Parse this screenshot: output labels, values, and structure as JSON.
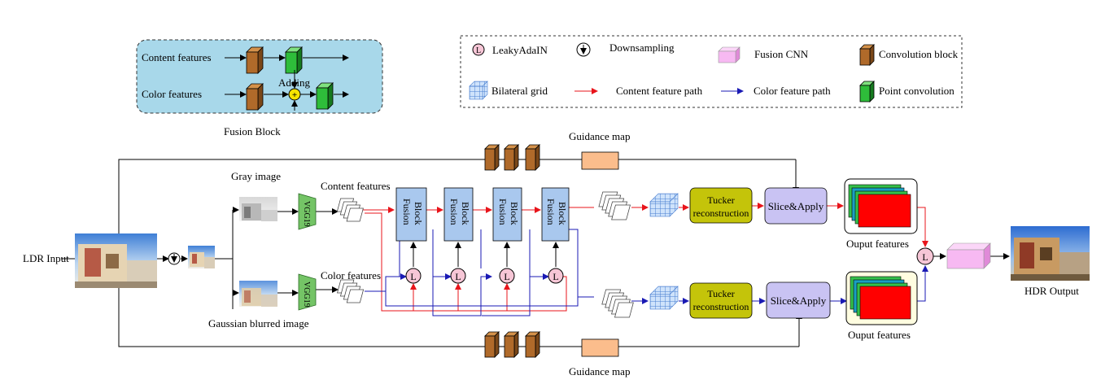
{
  "legend_fusion": {
    "content_label": "Content features",
    "color_label": "Color features",
    "adding_label": "Adding",
    "caption": "Fusion Block"
  },
  "legend_symbols": {
    "leakyadain_letter": "L",
    "leakyadain": "LeakyAdaIN",
    "downsampling": "Downsampling",
    "fusion_cnn": "Fusion CNN",
    "convolution_block": "Convolution block",
    "bilateral_grid": "Bilateral grid",
    "content_path": "Content feature path",
    "color_path": "Color feature path",
    "point_convolution": "Point convolution"
  },
  "main": {
    "ldr_input": "LDR Input",
    "gray_image": "Gray image",
    "gaussian_image": "Gaussian blurred image",
    "vgg_label": "VGG19",
    "content_features": "Content features",
    "color_features": "Color features",
    "fusion_block_line1": "Fusion",
    "fusion_block_line2": "Block",
    "l_letter": "L",
    "guidance_map_top": "Guidance map",
    "guidance_map_bottom": "Guidance map",
    "tucker_line1": "Tucker",
    "tucker_line2": "reconstruction",
    "slice_apply": "Slice&Apply",
    "output_features_top": "Ouput features",
    "output_features_bottom": "Ouput features",
    "hdr_output": "HDR Output"
  },
  "colors": {
    "content_path": "#e8141b",
    "color_path": "#1a1ab4",
    "legend_box_bg": "#a8d8ea",
    "conv_block": "#b06a2a",
    "point_conv": "#2ebd3a",
    "fusion_block": "#a9c8ee",
    "leaky_circle": "#f6c6d6",
    "guidance": "#fbbd8c",
    "tucker": "#c4c40a",
    "slice": "#c9c3f3",
    "fusion_cnn": "#f7b9f2",
    "vgg": "#74c466"
  }
}
